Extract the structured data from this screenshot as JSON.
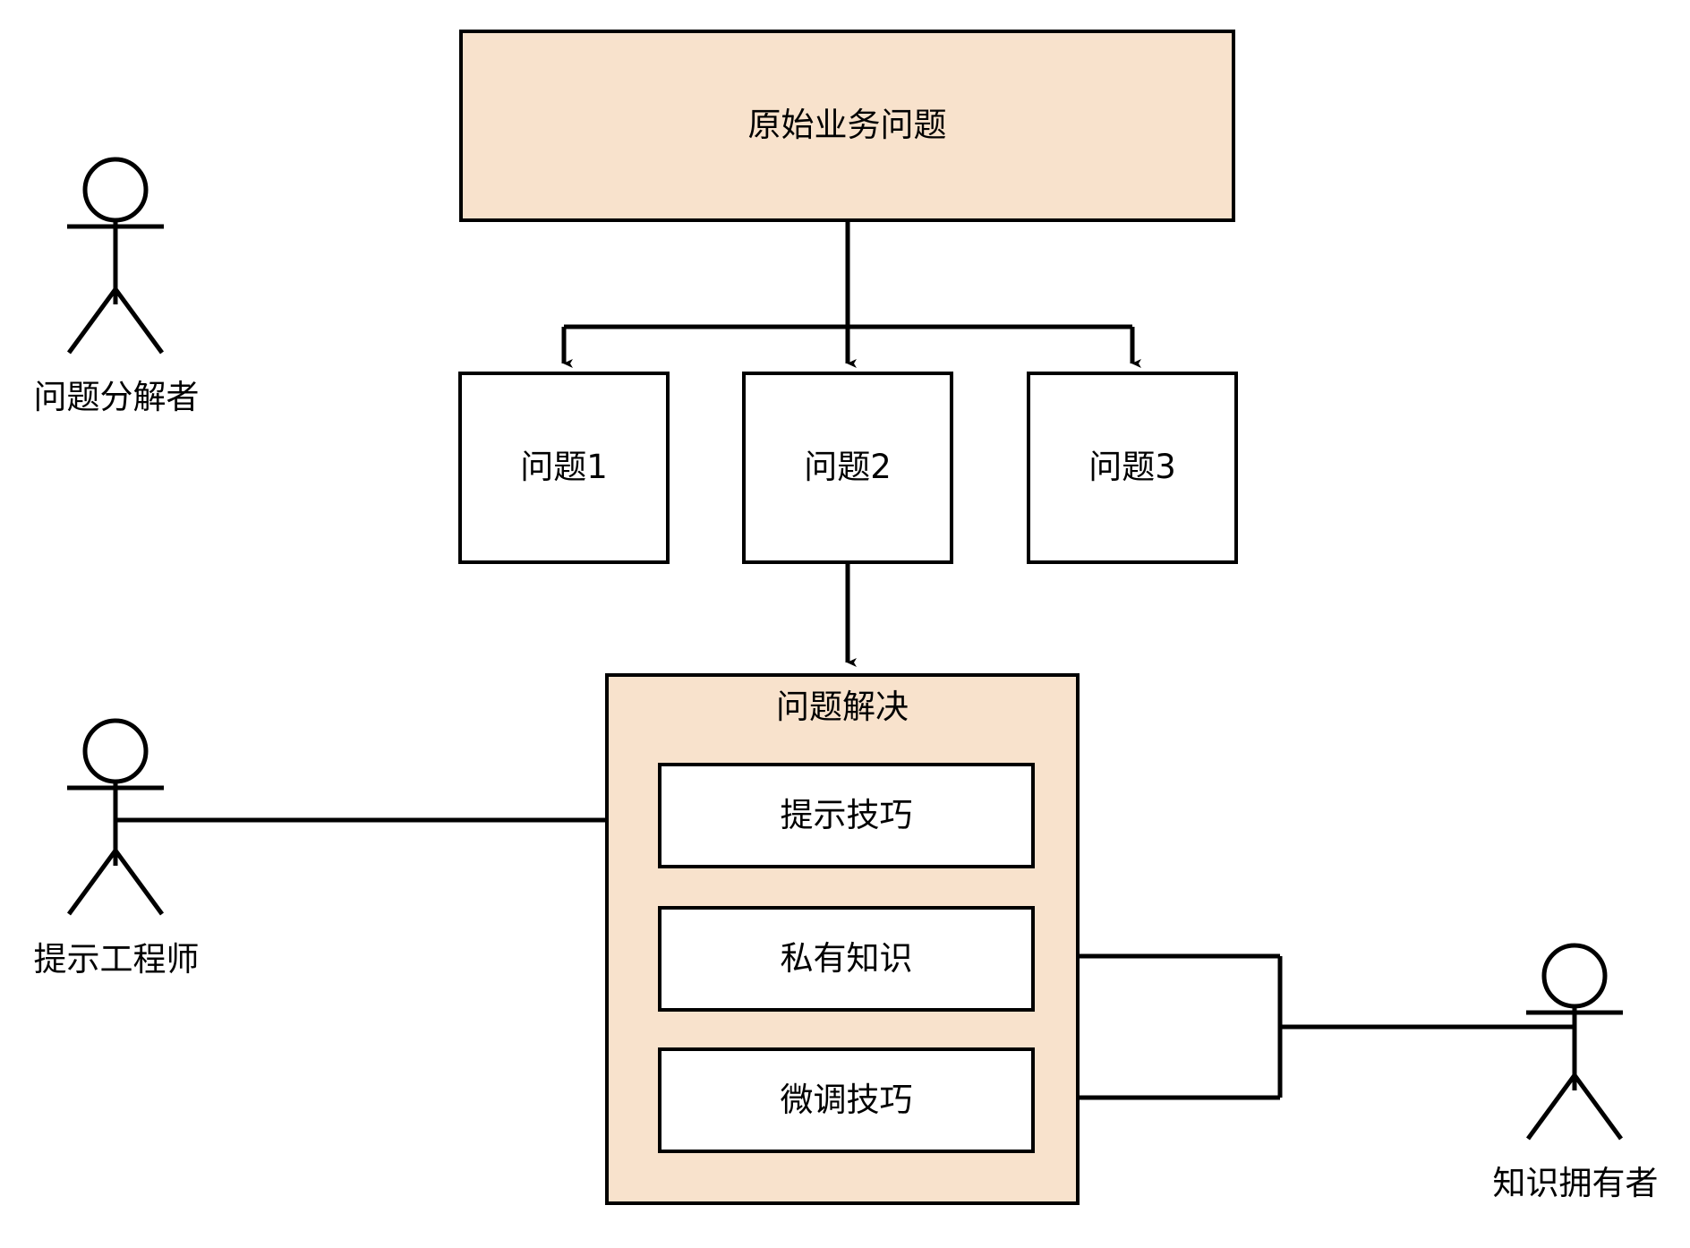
{
  "diagram": {
    "type": "uml-use-case-flow",
    "background_color": "#ffffff",
    "accent_fill": "#f8e2cc",
    "stroke_color": "#000000",
    "root": {
      "label": "原始业务问题"
    },
    "sub_problems": [
      {
        "label": "问题1"
      },
      {
        "label": "问题2"
      },
      {
        "label": "问题3"
      }
    ],
    "solution_group": {
      "title": "问题解决",
      "items": [
        {
          "label": "提示技巧"
        },
        {
          "label": "私有知识"
        },
        {
          "label": "微调技巧"
        }
      ]
    },
    "actors": [
      {
        "id": "problem-decomposer",
        "label": "问题分解者"
      },
      {
        "id": "prompt-engineer",
        "label": "提示工程师"
      },
      {
        "id": "knowledge-owner",
        "label": "知识拥有者"
      }
    ]
  }
}
